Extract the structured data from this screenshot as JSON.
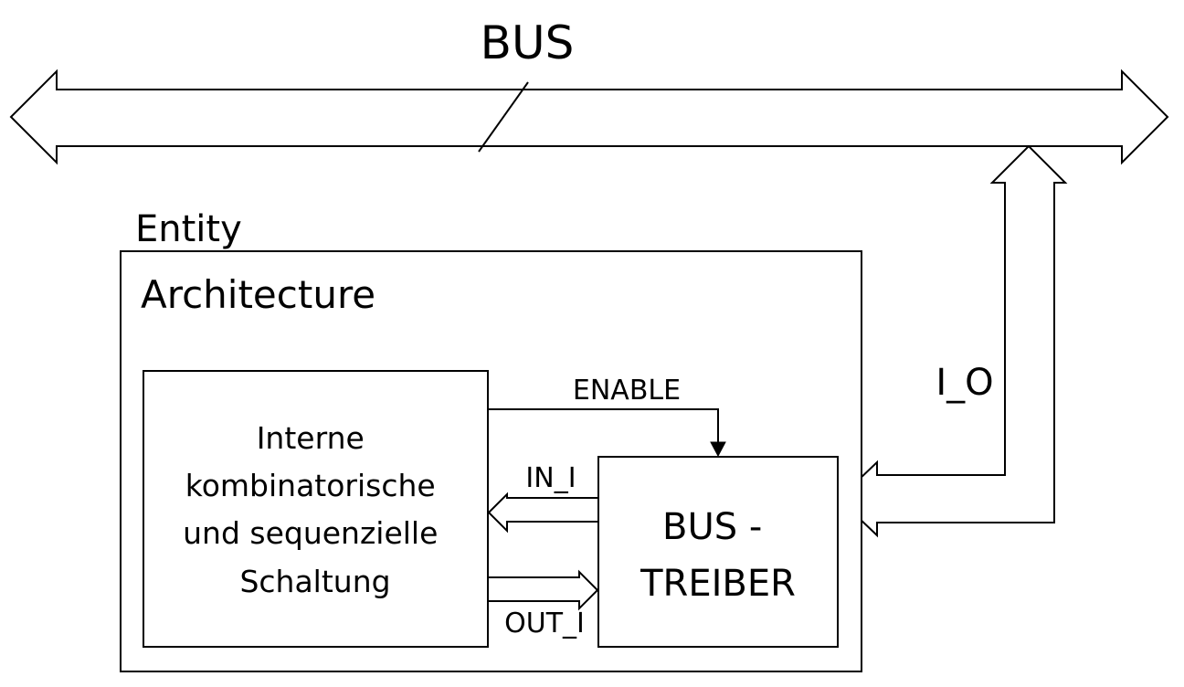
{
  "bus": {
    "label": "BUS"
  },
  "entity": {
    "label": "Entity"
  },
  "architecture": {
    "label": "Architecture"
  },
  "internal_logic": {
    "lines": [
      "Interne",
      "kombinatorische",
      "und sequenzielle",
      "Schaltung"
    ]
  },
  "bus_driver": {
    "lines": [
      "BUS -",
      "TREIBER"
    ]
  },
  "signals": {
    "enable": "ENABLE",
    "in_i": "IN_I",
    "out_i": "OUT_I",
    "io": "I_O"
  }
}
